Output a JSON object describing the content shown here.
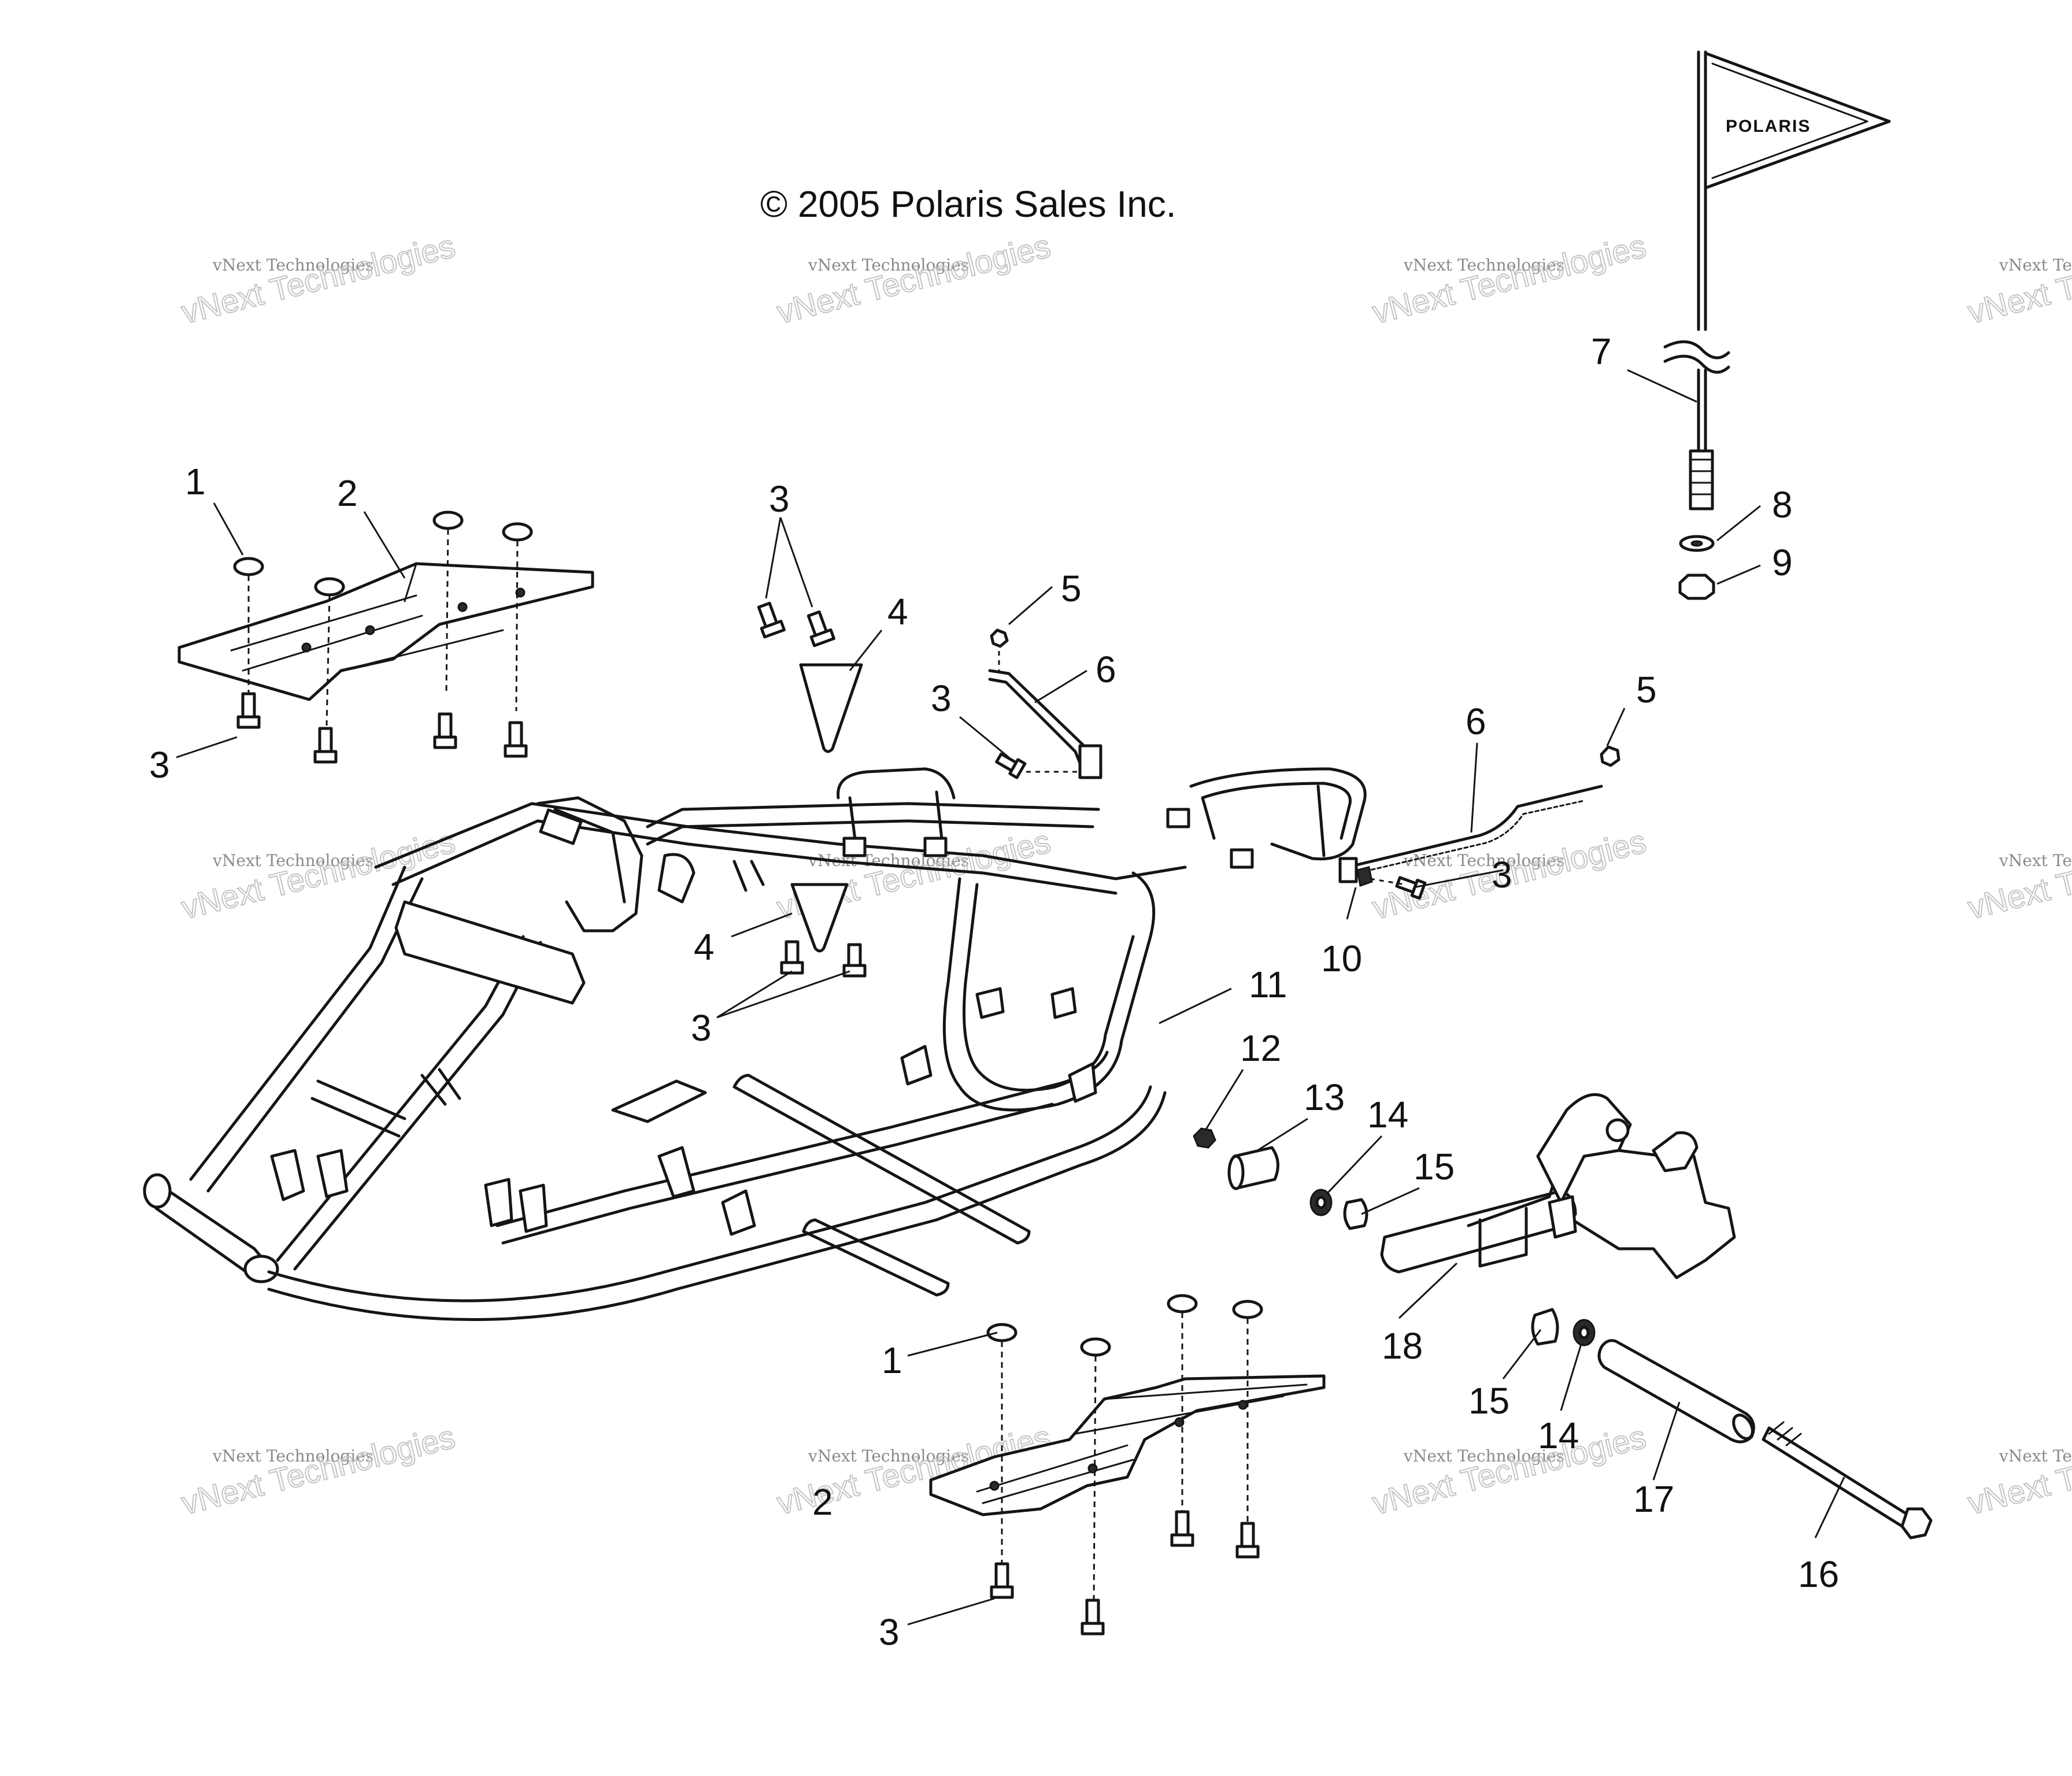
{
  "copyright": "© 2005 Polaris Sales Inc.",
  "flag_brand": "POLARIS",
  "watermark": {
    "line1": "vNext Technologies",
    "line2": "vNext Technologies"
  },
  "callouts": {
    "c1a": "1",
    "c2a": "2",
    "c3a": "3",
    "c3b": "3",
    "c4a": "4",
    "c5a": "5",
    "c6a": "6",
    "c3c": "3",
    "c7": "7",
    "c8": "8",
    "c9": "9",
    "c6b": "6",
    "c5b": "5",
    "c3d": "3",
    "c10": "10",
    "c4b": "4",
    "c3e": "3",
    "c11": "11",
    "c12": "12",
    "c13": "13",
    "c14a": "14",
    "c15a": "15",
    "c18": "18",
    "c15b": "15",
    "c14b": "14",
    "c17": "17",
    "c16": "16",
    "c1b": "1",
    "c2b": "2",
    "c3f": "3"
  }
}
